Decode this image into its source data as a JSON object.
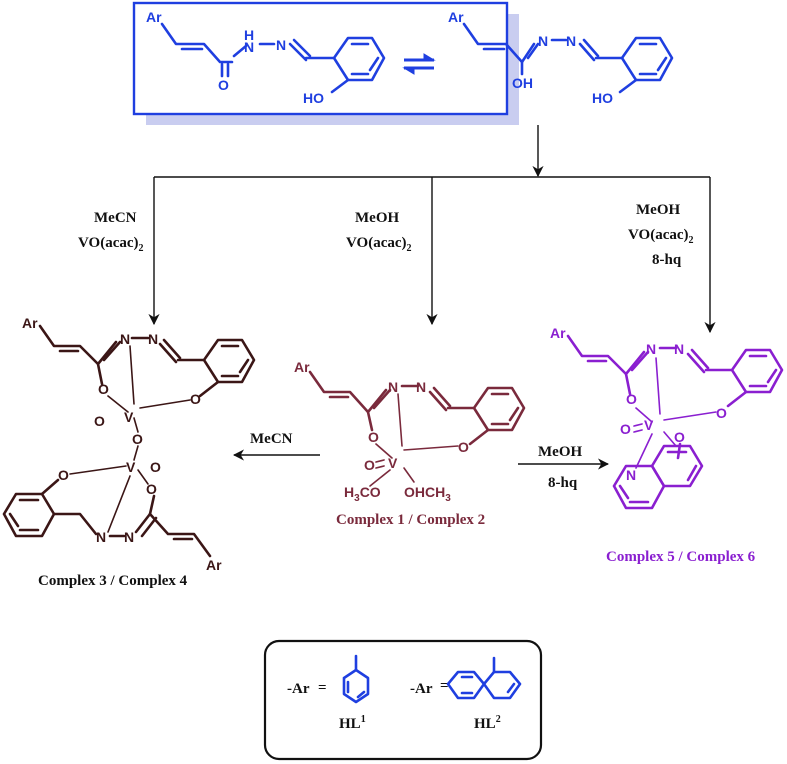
{
  "colors": {
    "ligand_blue": "#1f3fe0",
    "complex12_maroon": "#7a2a3c",
    "complex34_dark": "#3b1616",
    "complex56_purple": "#8a1fd0",
    "arrow": "#111111",
    "box_shadow": "#c9cdf0"
  },
  "ligand": {
    "keto_labels": {
      "ar": "Ar",
      "nh": "H",
      "n1": "N",
      "n2": "N",
      "o": "O",
      "oh": "HO"
    },
    "enol_labels": {
      "ar": "Ar",
      "n1": "N",
      "n2": "N",
      "oh": "OH",
      "ho": "HO"
    },
    "equilibrium_icon": "equilibrium-arrows-icon"
  },
  "conditions": {
    "left": {
      "line1": "MeCN",
      "line2_main": "VO(acac)",
      "line2_sub": "2"
    },
    "middle": {
      "line1": "MeOH",
      "line2_main": "VO(acac)",
      "line2_sub": "2"
    },
    "right": {
      "line1": "MeOH",
      "line2_main": "VO(acac)",
      "line2_sub": "2",
      "line3": "8-hq"
    },
    "to_left": {
      "label": "MeCN"
    },
    "to_right": {
      "line1": "MeOH",
      "line2": "8-hq"
    }
  },
  "complex12": {
    "labels": {
      "ar": "Ar",
      "n1": "N",
      "n2": "N",
      "o1": "O",
      "o2": "O",
      "oxo": "O",
      "v": "V",
      "meo_main": "H",
      "meo_sub": "3",
      "meo_tail": "CO",
      "ome_main": "OHCH",
      "ome_sub": "3"
    },
    "caption": "Complex 1 / Complex 2"
  },
  "complex34": {
    "labels": {
      "ar": "Ar",
      "n": "N",
      "o": "O",
      "v": "V"
    },
    "caption": "Complex 3 / Complex 4"
  },
  "complex56": {
    "labels": {
      "ar": "Ar",
      "n": "N",
      "o": "O",
      "v": "V"
    },
    "caption": "Complex 5 / Complex 6"
  },
  "legend": {
    "ar_prefix": "-Ar",
    "equals": "=",
    "hl1_main": "HL",
    "hl1_sup": "1",
    "hl2_main": "HL",
    "hl2_sup": "2"
  }
}
